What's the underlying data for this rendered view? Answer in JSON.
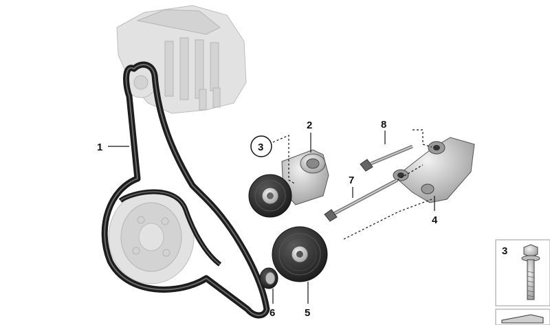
{
  "callouts": {
    "belt": "1",
    "tensioner": "2",
    "bolt_ref": "3",
    "bracket": "4",
    "idler_pulley": "5",
    "cap": "6",
    "bolt_long": "7",
    "bolt_short": "8"
  },
  "inset": {
    "label": "3"
  },
  "colors": {
    "line": "#111111",
    "ghost": "#e2e2e2",
    "metal": "#c9c9c9",
    "dark": "#2a2a2a"
  }
}
